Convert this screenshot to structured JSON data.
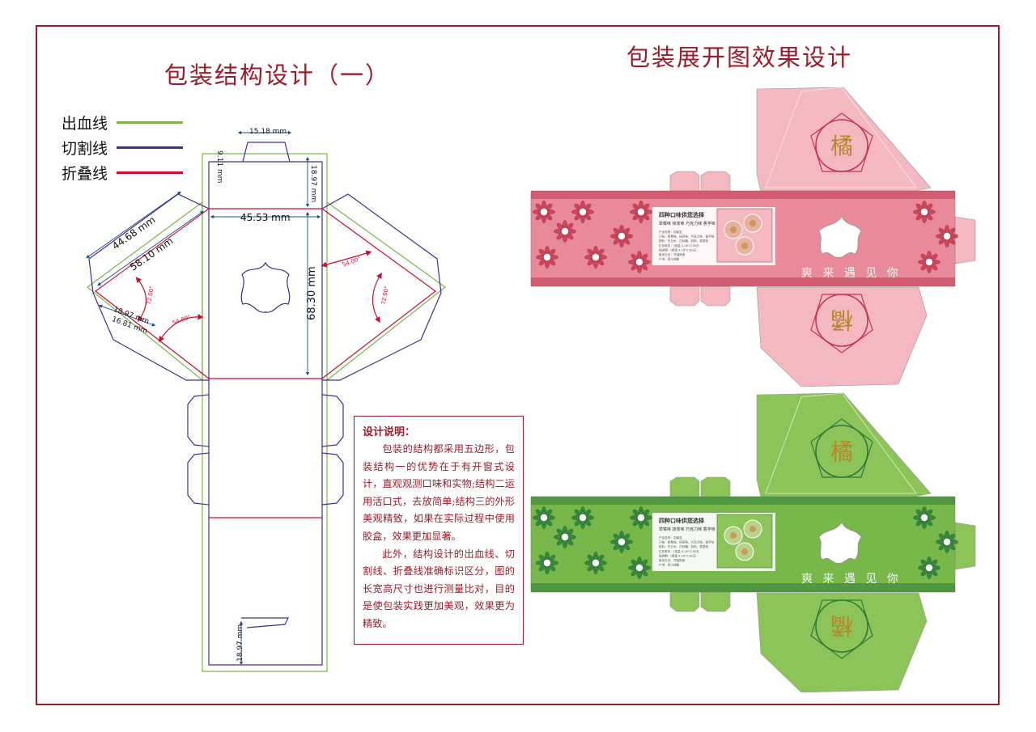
{
  "left_title": "包装结构设计（一）",
  "right_title": "包装展开图效果设计",
  "legend": [
    {
      "label": "出血线",
      "color": "#7ab648"
    },
    {
      "label": "切割线",
      "color": "#4b2a8c"
    },
    {
      "label": "折叠线",
      "color": "#c8102e"
    }
  ],
  "dimensions": {
    "tab_width": "15.18 mm",
    "tab_height": "9.11 mm",
    "lid_depth": "18.97 mm",
    "panel_width": "45.53 mm",
    "panel_height": "68.30 mm",
    "side_edge": "44.68 mm",
    "side_diag": "58.10 mm",
    "side_small_a": "18.97 mm",
    "side_small_b": "16.81 mm",
    "bottom_depth": "18.97 mm",
    "angle_72a": "72.00°",
    "angle_72b": "72.00°",
    "angle_54a": "54.00°",
    "angle_54b": "54.00°"
  },
  "note": {
    "heading": "设计说明：",
    "paragraphs": [
      "包装的结构都采用五边形，包装结构一的优势在于有开窗式设计，直观观测口味和实物;结构二运用活口式，去放简单;结构三的外形美观精致，如果在实际过程中使用胶盒，效果更加显著。",
      "此外，结构设计的出血线、切割线、折叠线准确标识区分，图的长宽高尺寸也进行测量比对，目的是使包装实践更加美观，效果更为精致。"
    ]
  },
  "packages": [
    {
      "name": "pink",
      "base": "#f4b8c0",
      "band": "#e98a9a",
      "accent": "#c0394f",
      "badge": "橘",
      "label_title": "四种口味供您选择",
      "label_sub": "草莓味 抹茶味 巧克力味 香芋味",
      "label_lines": [
        "产品名称：初颖杏",
        "口味：草莓味、抹茶味、巧克力味、香芋味",
        "配料：巴旦木、白砂糖、奶粉、燕麦粉",
        "贮存条件：(常温 4-16°C)30天",
        "保质期：(常温 4-16°C)30天",
        "食用方法：开袋即食",
        "产地：四川成都"
      ],
      "footer_text": "爽 来 遇 见 你"
    },
    {
      "name": "green",
      "base": "#8dc45a",
      "band": "#78b84a",
      "accent": "#2f7b3a",
      "badge": "橘",
      "label_title": "四种口味供您选择",
      "label_sub": "草莓味 抹茶味 巧克力味 香芋味",
      "label_lines": [
        "产品名称：初颖杏",
        "口味：草莓味、抹茶味、巧克力味、香芋味",
        "配料：巴旦木、白砂糖、奶粉、燕麦粉",
        "贮存条件：(常温 4-16°C)30天",
        "保质期：(常温 4-16°C)30天",
        "食用方法：开袋即食",
        "产地：四川成都"
      ],
      "footer_text": "爽 来 遇 见 你"
    }
  ]
}
